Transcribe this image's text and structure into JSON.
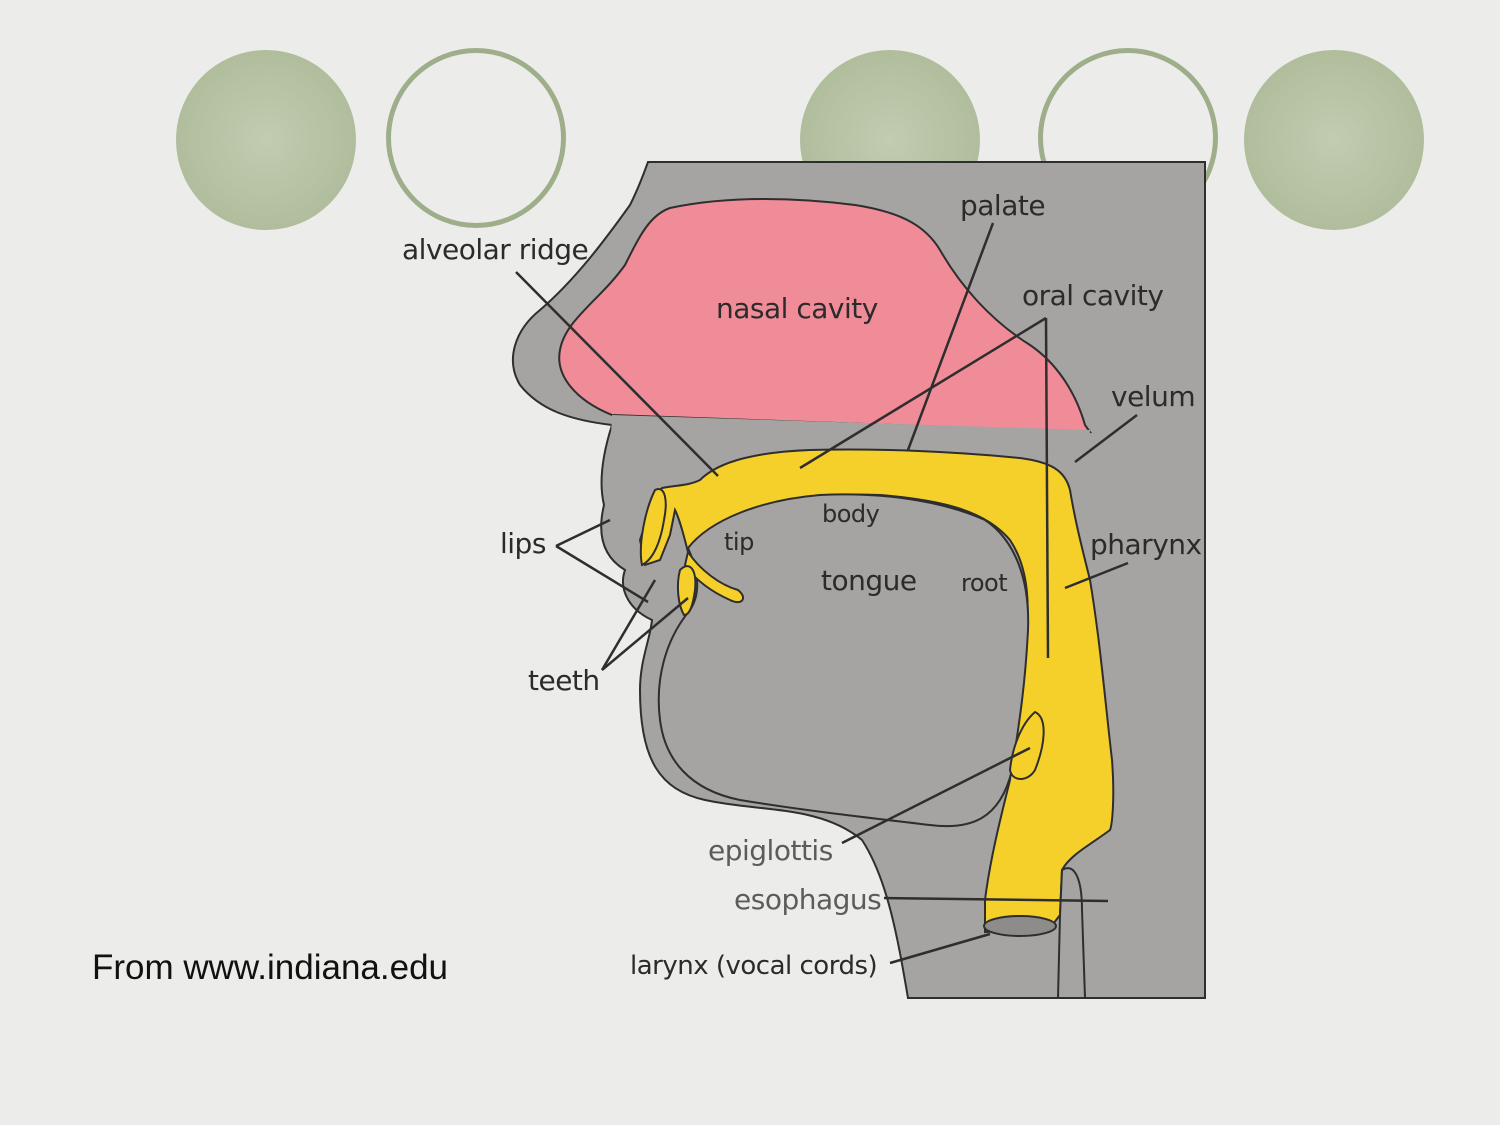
{
  "labels": {
    "alveolar_ridge": "alveolar ridge",
    "nasal_cavity": "nasal cavity",
    "palate": "palate",
    "oral_cavity": "oral cavity",
    "velum": "velum",
    "body": "body",
    "lips": "lips",
    "tip": "tip",
    "pharynx": "pharynx",
    "tongue": "tongue",
    "root": "root",
    "teeth": "teeth",
    "epiglottis": "epiglottis",
    "esophagus": "esophagus",
    "larynx": "larynx (vocal cords)"
  },
  "credit": "From www.indiana.edu",
  "colors": {
    "background": "#ececea",
    "head": "#a6a4a2",
    "nasal_cavity": "#f08c98",
    "oral_tract": "#f6d02a",
    "outline": "#2e2e2e",
    "circle": "#b2bf9f"
  }
}
